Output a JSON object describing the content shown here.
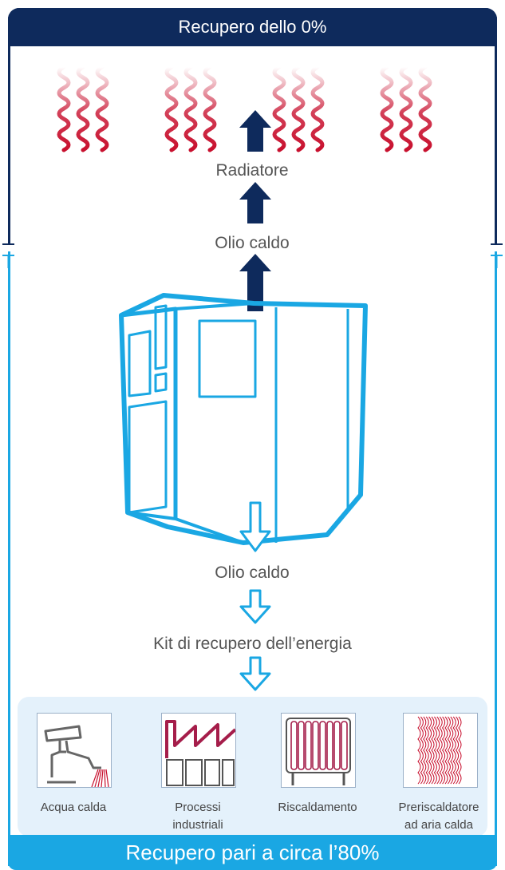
{
  "top": {
    "title": "Recupero dello 0%"
  },
  "labels": {
    "radiator": "Radiatore",
    "hot_oil_top": "Olio caldo",
    "hot_oil_bottom": "Olio caldo",
    "kit": "Kit di recupero dell’energia"
  },
  "applications": [
    {
      "label_1": "Acqua calda",
      "label_2": "",
      "icon": "faucet-icon"
    },
    {
      "label_1": "Processi",
      "label_2": "industriali",
      "icon": "factory-icon"
    },
    {
      "label_1": "Riscaldamento",
      "label_2": "",
      "icon": "radiator-icon"
    },
    {
      "label_1": "Preriscaldatore",
      "label_2": "ad aria calda",
      "icon": "hot-air-icon"
    }
  ],
  "bottom": {
    "title": "Recupero pari a circa l’80%"
  },
  "colors": {
    "navy": "#0e2a5c",
    "cyan": "#1aa7e3",
    "heat_red": "#c8102e",
    "panel_bg": "#e4f1fb"
  }
}
